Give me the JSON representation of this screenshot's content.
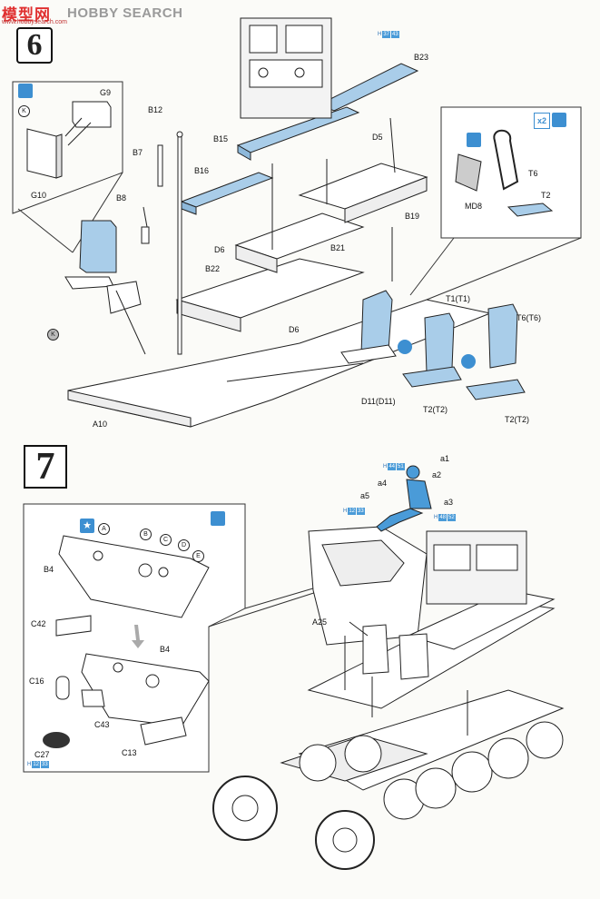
{
  "watermark": {
    "logo_text": "模型网",
    "brand": "HOBBY SEARCH",
    "url": "www.hobbysearch.com"
  },
  "step6": {
    "number": "6",
    "ref_tag": {
      "prefix": "H",
      "a": "37",
      "b": "43"
    },
    "labels": {
      "g9": "G9",
      "g10": "G10",
      "k1": "K",
      "k2": "K",
      "b12": "B12",
      "b7": "B7",
      "b8": "B8",
      "b15": "B15",
      "b16": "B16",
      "b23": "B23",
      "d5": "D5",
      "b19": "B19",
      "d6a": "D6",
      "d6b": "D6",
      "b21": "B21",
      "b22": "B22",
      "a10": "A10",
      "d11": "D11(D11)",
      "t1": "T1(T1)",
      "t2a": "T2(T2)",
      "t6": "T6(T6)",
      "t2b": "T2(T2)",
      "md8": "MD8",
      "t6s": "T6",
      "t2s": "T2",
      "x2": "x2"
    }
  },
  "step7": {
    "number": "7",
    "ref_tags": [
      {
        "prefix": "H",
        "a": "44",
        "b": "51"
      },
      {
        "prefix": "H",
        "a": "12",
        "b": "33"
      },
      {
        "prefix": "H",
        "a": "48",
        "b": "52"
      },
      {
        "prefix": "H",
        "a": "12",
        "b": "33"
      }
    ],
    "labels": {
      "a1": "a1",
      "a2": "a2",
      "a3": "a3",
      "a4": "a4",
      "a5": "a5",
      "a25": "A25",
      "b4a": "B4",
      "b4b": "B4",
      "c42": "C42",
      "c16": "C16",
      "c43": "C43",
      "c27": "C27",
      "c13": "C13",
      "ca": "A",
      "cb": "B",
      "cc": "C",
      "cd": "D",
      "ce": "E"
    }
  },
  "colors": {
    "blue_part": "#a9cde9",
    "accent_blue": "#3d8fd1",
    "line": "#222222"
  }
}
